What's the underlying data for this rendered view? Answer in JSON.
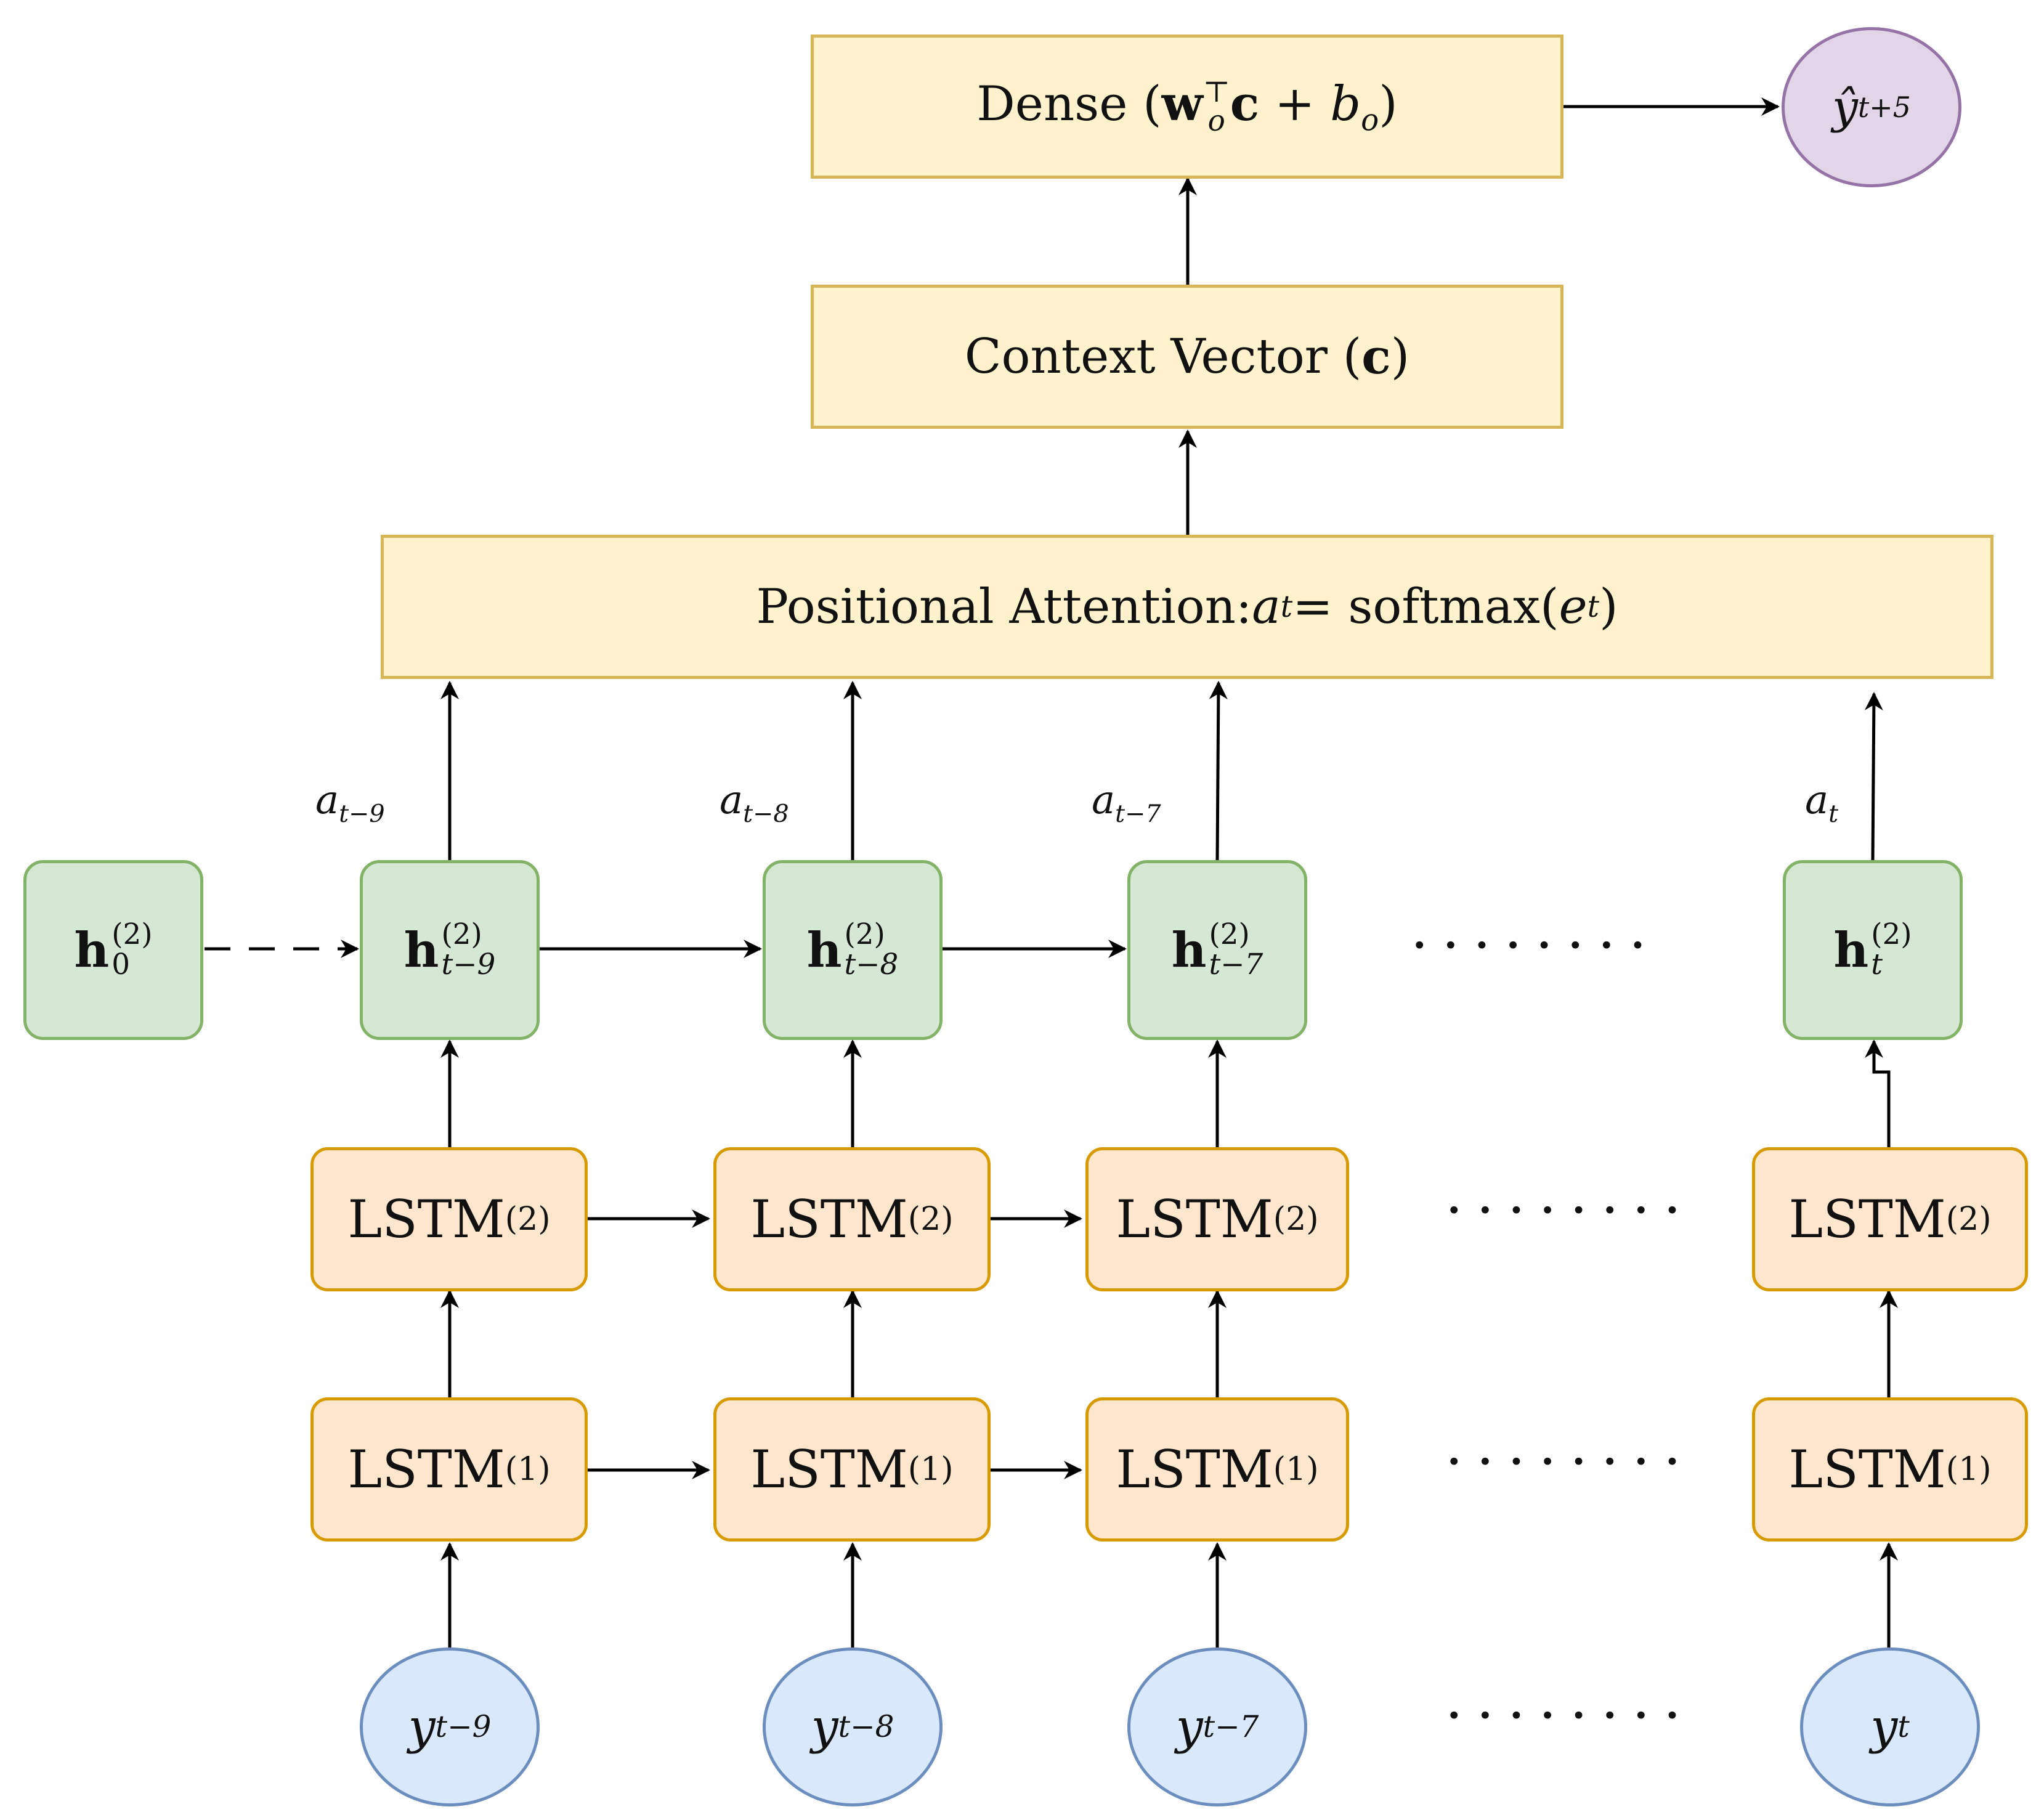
{
  "diagram": {
    "dense": {
      "prefix": "Dense (",
      "w": "w",
      "w_sub": "o",
      "w_sup": "⊤",
      "c": "c",
      "plus": " + ",
      "b": "b",
      "b_sub": "o",
      "suffix": ")"
    },
    "output": {
      "base": "ŷ",
      "sub": "t+5"
    },
    "context": {
      "prefix": "Context Vector (",
      "c": "c",
      "suffix": ")"
    },
    "attention": {
      "prefix": "Positional Attention: ",
      "a": "a",
      "a_sub": "t",
      "eq": " = softmax(",
      "e": "e",
      "e_sub": "t",
      "suffix": ")"
    },
    "attention_weights": [
      {
        "base": "a",
        "sub": "t−9"
      },
      {
        "base": "a",
        "sub": "t−8"
      },
      {
        "base": "a",
        "sub": "t−7"
      },
      {
        "base": "a",
        "sub": "t"
      }
    ],
    "hidden_initial": {
      "base": "h",
      "sup": "(2)",
      "sub": "0"
    },
    "hidden_states": [
      {
        "base": "h",
        "sup": "(2)",
        "sub": "t−9"
      },
      {
        "base": "h",
        "sup": "(2)",
        "sub": "t−8"
      },
      {
        "base": "h",
        "sup": "(2)",
        "sub": "t−7"
      },
      {
        "base": "h",
        "sup": "(2)",
        "sub": "t"
      }
    ],
    "lstm2": [
      {
        "base": "LSTM",
        "sup": "(2)"
      },
      {
        "base": "LSTM",
        "sup": "(2)"
      },
      {
        "base": "LSTM",
        "sup": "(2)"
      },
      {
        "base": "LSTM",
        "sup": "(2)"
      }
    ],
    "lstm1": [
      {
        "base": "LSTM",
        "sup": "(1)"
      },
      {
        "base": "LSTM",
        "sup": "(1)"
      },
      {
        "base": "LSTM",
        "sup": "(1)"
      },
      {
        "base": "LSTM",
        "sup": "(1)"
      }
    ],
    "inputs": [
      {
        "base": "y",
        "sub": "t−9"
      },
      {
        "base": "y",
        "sub": "t−8"
      },
      {
        "base": "y",
        "sub": "t−7"
      },
      {
        "base": "y",
        "sub": "t"
      }
    ],
    "ellipsis": "········",
    "colors": {
      "yellow_fill": "#fff2cc",
      "yellow_stroke": "#d6b656",
      "orange_fill": "#ffe6cc",
      "orange_stroke": "#d79b00",
      "green_fill": "#d5e8d4",
      "green_stroke": "#82b366",
      "blue_fill": "#dae8fc",
      "blue_stroke": "#6c8ebf",
      "purple_fill": "#e1d5e7",
      "purple_stroke": "#9673a6"
    }
  }
}
